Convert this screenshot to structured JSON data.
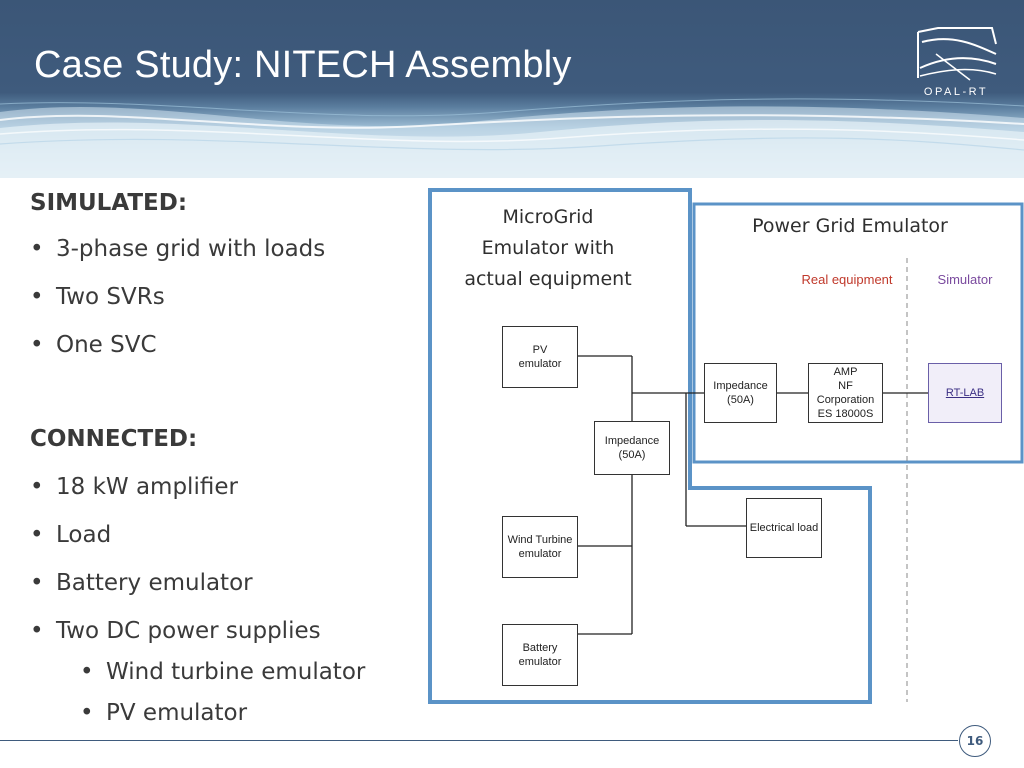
{
  "slide": {
    "title": "Case Study: NITECH Assembly",
    "page_number": "16"
  },
  "logo": {
    "text": "OPAL-RT"
  },
  "left": {
    "simulated_head": "SIMULATED:",
    "simulated_items": [
      "3-phase grid with loads",
      "Two SVRs",
      "One SVC"
    ],
    "connected_head": "CONNECTED:",
    "connected_items": [
      "18 kW amplifier",
      "Load",
      "Battery emulator",
      "Two DC power supplies"
    ],
    "connected_sub_items": [
      "Wind turbine emulator",
      "PV emulator"
    ],
    "bullet_glyph": "•"
  },
  "diagram": {
    "microgrid_label": "MicroGrid Emulator with actual equipment",
    "microgrid_lines": [
      "MicroGrid",
      "Emulator with",
      "actual equipment"
    ],
    "power_grid_label": "Power Grid Emulator",
    "real_equipment_label": "Real equipment",
    "simulator_label": "Simulator",
    "nodes": {
      "pv": [
        "PV",
        "emulator"
      ],
      "wind": [
        "Wind Turbine",
        "emulator"
      ],
      "battery": [
        "Battery",
        "emulator"
      ],
      "impedance_center": [
        "Impedance",
        "(50A)"
      ],
      "impedance_right": [
        "Impedance",
        "(50A)"
      ],
      "amp": [
        "AMP",
        "NF Corporation",
        "ES 18000S"
      ],
      "load": [
        "Electrical load"
      ],
      "rtlab": "RT-LAB"
    },
    "colors": {
      "frame_blue": "#5b93c7",
      "real_equipment_red": "#c0392b",
      "simulator_purple": "#7a4a9e"
    }
  }
}
